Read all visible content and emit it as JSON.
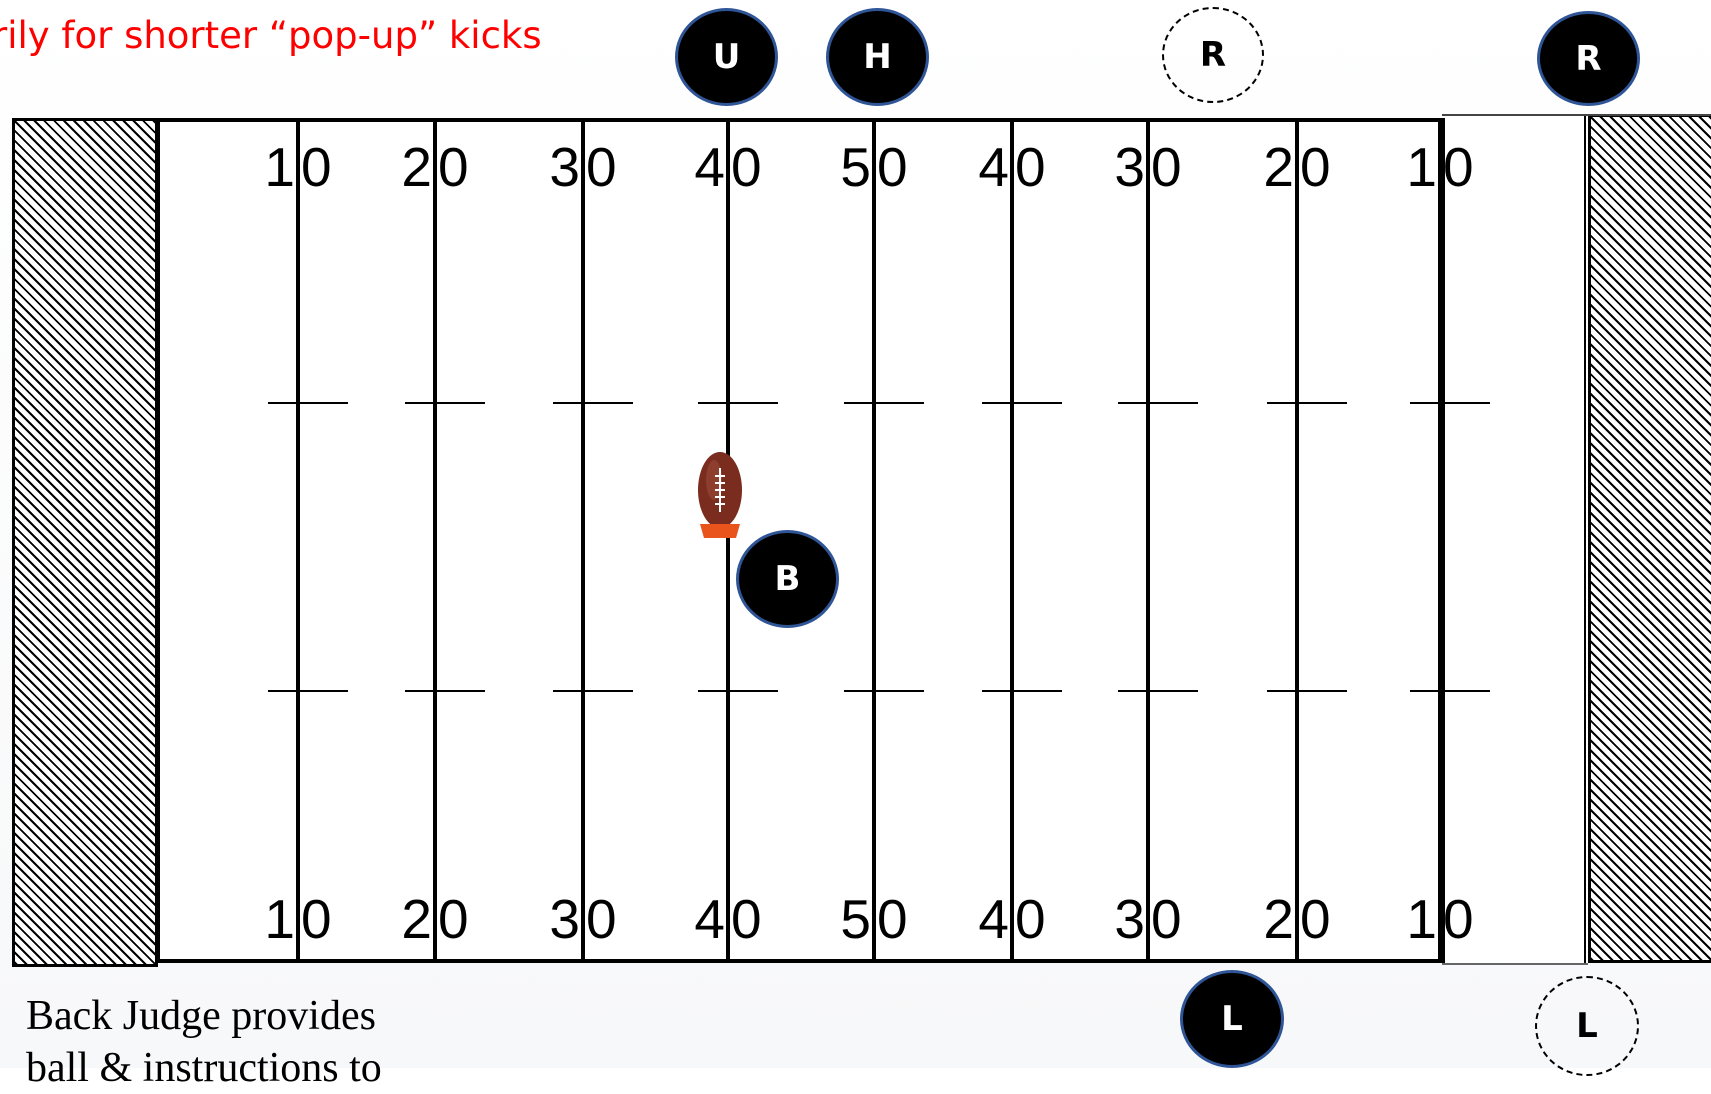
{
  "caption": "rily for shorter “pop-up” kicks",
  "yard_numbers": [
    "10",
    "20",
    "30",
    "40",
    "50",
    "40",
    "30",
    "20",
    "10"
  ],
  "officials": {
    "umpire": "U",
    "head_linesman": "H",
    "referee_alt": "R",
    "referee": "R",
    "back_judge": "B",
    "line_judge": "L",
    "line_judge_alt": "L"
  },
  "ball_icon": "football-icon",
  "note": {
    "line1": "Back Judge provides",
    "line2": "ball & instructions to"
  },
  "colors": {
    "caption": "#ff0000",
    "official_fill": "#000000",
    "official_ring": "#2f5597",
    "ball": "#7a2d1f",
    "tee": "#e8541c"
  }
}
